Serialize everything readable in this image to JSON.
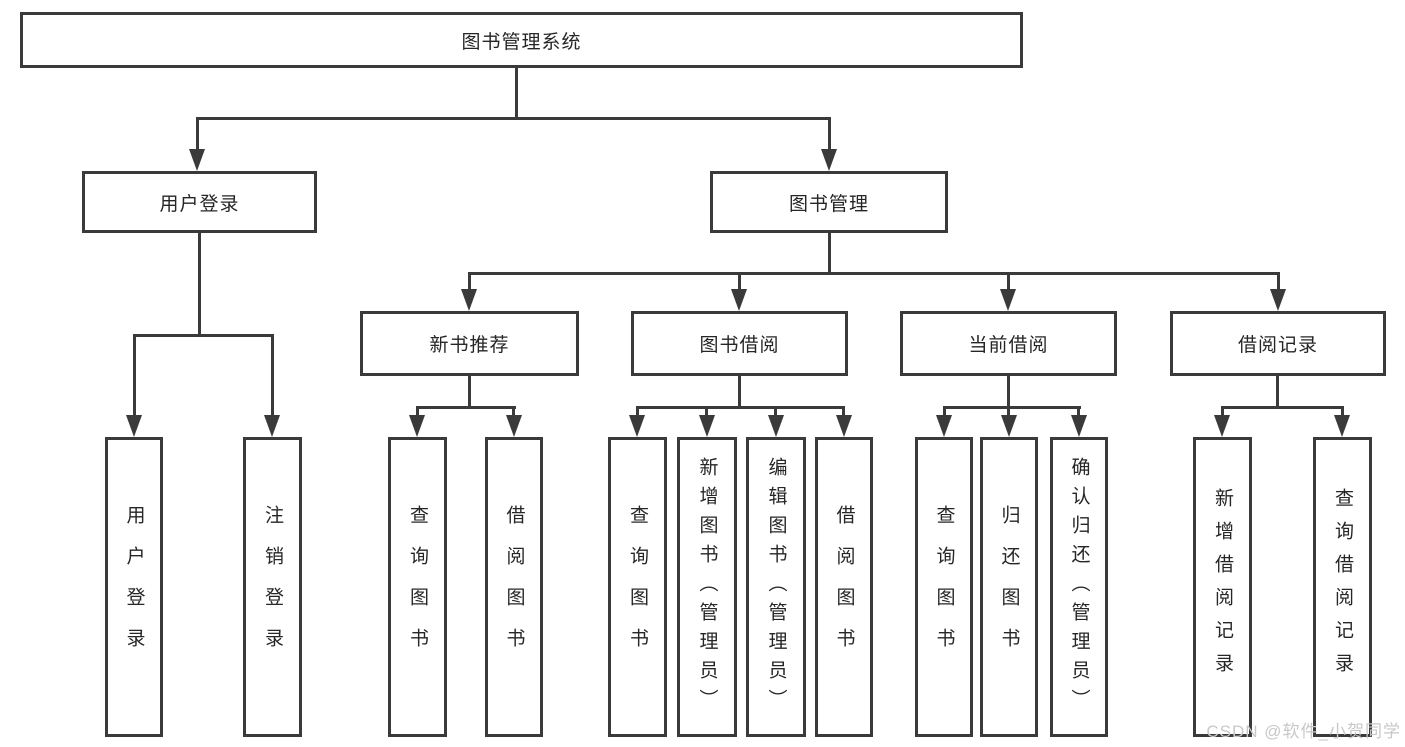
{
  "tree": {
    "label": "图书管理系统",
    "children": [
      {
        "label": "用户登录",
        "children": [
          {
            "label": "用户登录"
          },
          {
            "label": "注销登录"
          }
        ]
      },
      {
        "label": "图书管理",
        "children": [
          {
            "label": "新书推荐",
            "children": [
              {
                "label": "查询图书"
              },
              {
                "label": "借阅图书"
              }
            ]
          },
          {
            "label": "图书借阅",
            "children": [
              {
                "label": "查询图书"
              },
              {
                "label": "新增图书（管理员）"
              },
              {
                "label": "编辑图书（管理员）"
              },
              {
                "label": "借阅图书"
              }
            ]
          },
          {
            "label": "当前借阅",
            "children": [
              {
                "label": "查询图书"
              },
              {
                "label": "归还图书"
              },
              {
                "label": "确认归还（管理员）"
              }
            ]
          },
          {
            "label": "借阅记录",
            "children": [
              {
                "label": "新增借阅记录"
              },
              {
                "label": "查询借阅记录"
              }
            ]
          }
        ]
      }
    ]
  },
  "watermark": "CSDN @软件_小贺同学",
  "colors": {
    "background": "#ffffff",
    "line": "#3a3a3a",
    "text": "#262626",
    "watermark": "#c8c8c8"
  }
}
